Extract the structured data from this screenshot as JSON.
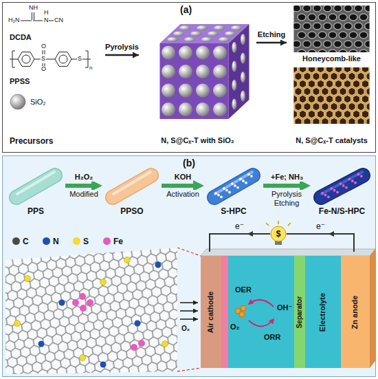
{
  "diagram": {
    "nodes": [
      {
        "text": [
          "(a)"
        ]
      },
      {
        "text": [
          "DCDA",
          "PPSS",
          "SiO₂",
          "Precursors"
        ],
        "in": 0
      },
      {
        "text": [
          "N, S@Cₓ-T with SiO₂"
        ],
        "in": 0
      },
      {
        "text": [
          "Honeycomb-like",
          "N, S@Cₓ-T catalysts"
        ],
        "in": 0
      },
      {
        "text": [
          "(b)"
        ]
      },
      {
        "text": [
          "PPS"
        ],
        "in": 4
      },
      {
        "text": [
          "PPSO"
        ],
        "in": 4
      },
      {
        "text": [
          "S-HPC"
        ],
        "in": 4
      },
      {
        "text": [
          "Fe-N/S-HPC"
        ],
        "in": 4
      },
      {
        "text": [
          "Air cathode"
        ],
        "in": 4
      },
      {
        "text": [
          "Separator"
        ],
        "in": 4
      },
      {
        "text": [
          "Electrolyte"
        ],
        "in": 4
      },
      {
        "text": [
          "Zn anode"
        ],
        "in": 4
      }
    ],
    "edges": [
      {
        "from": 1,
        "to": 2,
        "arrow": "to",
        "label": "Pyrolysis"
      },
      {
        "from": 2,
        "to": 3,
        "arrow": "to",
        "label": "Etching"
      },
      {
        "from": 5,
        "to": 6,
        "arrow": "to",
        "label": "H₂O₂"
      },
      {
        "from": 6,
        "to": 7,
        "arrow": "to",
        "label": "KOH"
      },
      {
        "from": 7,
        "to": 8,
        "arrow": "to",
        "label": "+Fe; NH₃"
      }
    ],
    "labels": [
      "H₂N",
      "NH",
      "H",
      "N",
      "CN",
      "S",
      "O",
      "O",
      "S",
      "n",
      "Modified",
      "Activation",
      "Pyrolysis Etching",
      "e⁻",
      "e⁻",
      "$",
      "OER",
      "OH⁻",
      "O₂",
      "ORR",
      "O₂"
    ],
    "legend": [
      {
        "text": "C",
        "color": "#4a4a4a"
      },
      {
        "text": "N",
        "color": "#1f4fb5"
      },
      {
        "text": "S",
        "color": "#f2dc2e"
      },
      {
        "text": "Fe",
        "color": "#e85ac0"
      }
    ]
  }
}
